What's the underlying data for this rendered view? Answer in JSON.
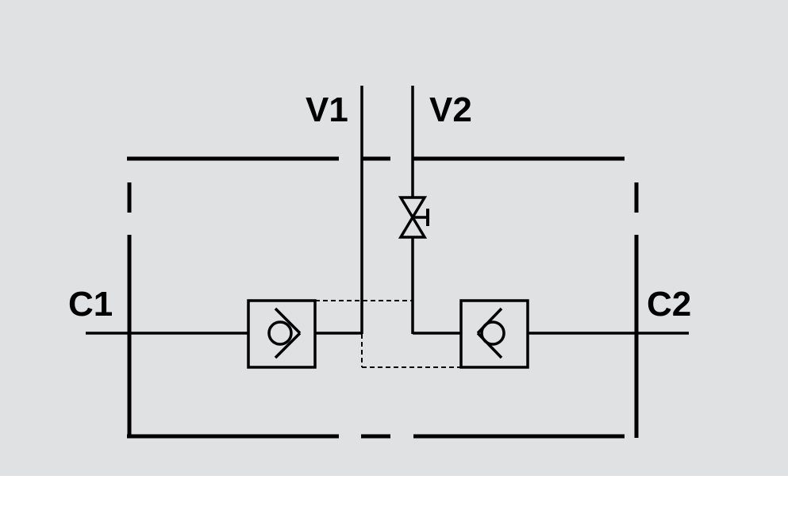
{
  "ports": {
    "v1": "V1",
    "v2": "V2",
    "c1": "C1",
    "c2": "C2"
  },
  "components": {
    "check_valve_left": "check-valve",
    "check_valve_right": "check-valve",
    "throttle_valve": "adjustable-restrictor"
  },
  "colors": {
    "background": "#e0e1e3",
    "line": "#000000",
    "page": "#ffffff"
  }
}
